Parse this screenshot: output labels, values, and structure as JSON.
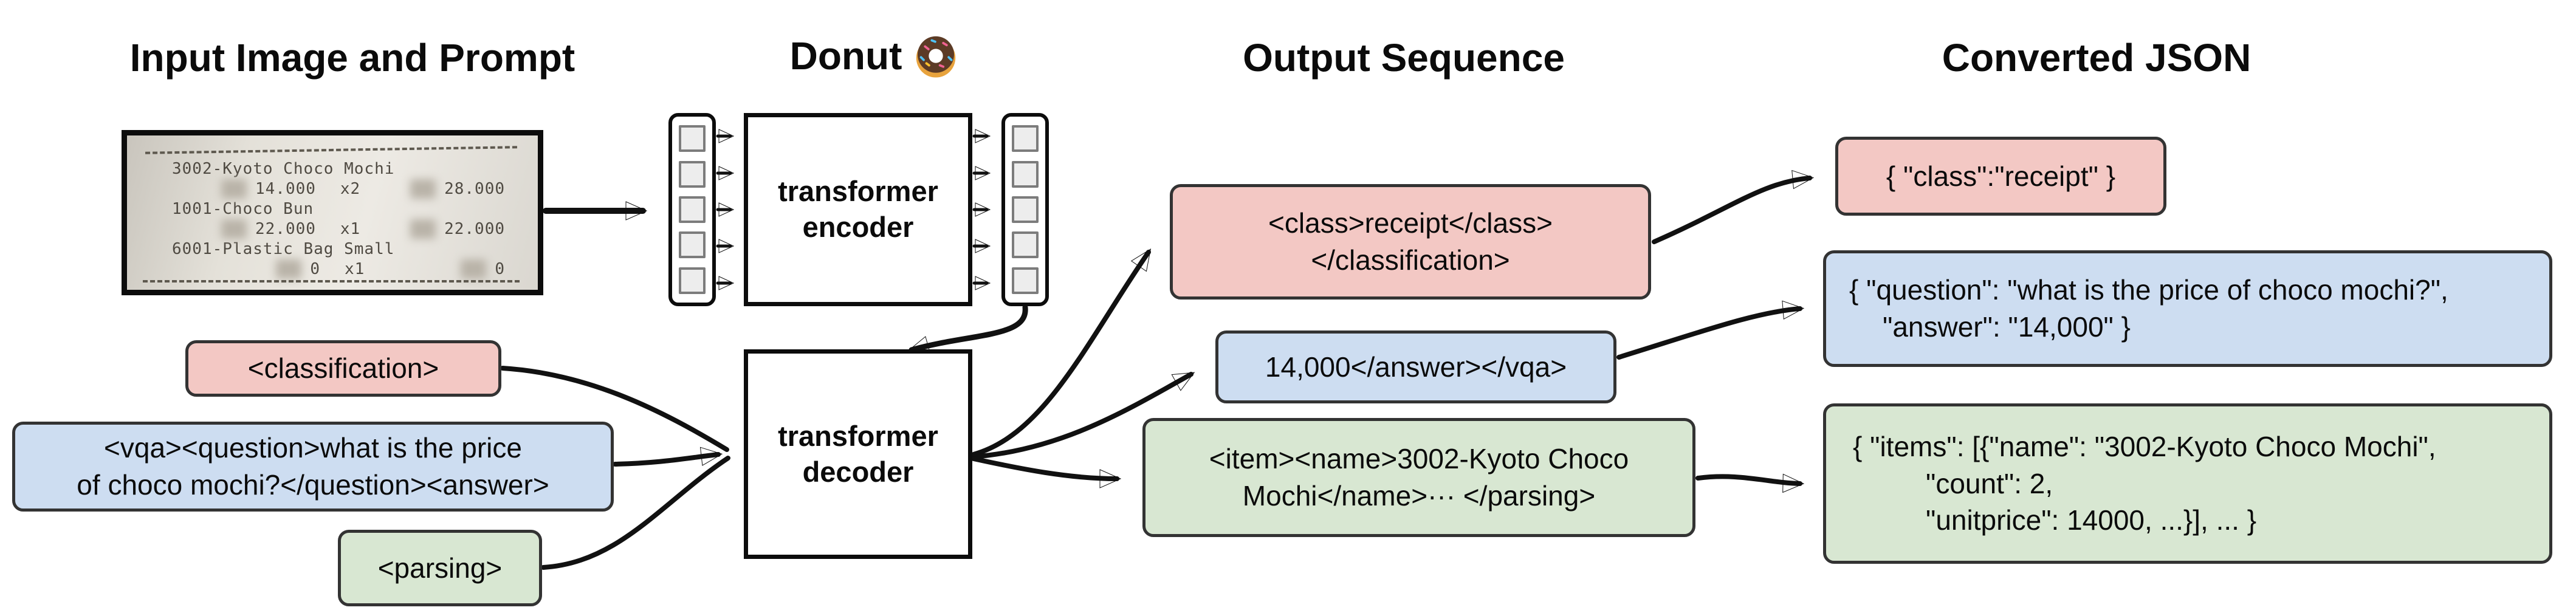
{
  "titles": {
    "input": "Input Image and Prompt",
    "model": "Donut",
    "output": "Output Sequence",
    "json": "Converted JSON"
  },
  "receipt": {
    "items": [
      {
        "name": "3002-Kyoto Choco Mochi",
        "price": "14.000",
        "qty": "x2",
        "total": "28.000"
      },
      {
        "name": "1001-Choco Bun",
        "price": "22.000",
        "qty": "x1",
        "total": "22.000"
      },
      {
        "name": "6001-Plastic Bag Small",
        "price": "0",
        "qty": "x1",
        "total": "0"
      }
    ]
  },
  "prompts": {
    "classification": {
      "label": "<classification>"
    },
    "vqa": {
      "lines": [
        "<vqa><question>what is the price",
        "of choco mochi?</question><answer>"
      ]
    },
    "parsing": {
      "label": "<parsing>"
    }
  },
  "model": {
    "encoder_lines": [
      "transformer",
      "encoder"
    ],
    "decoder_lines": [
      "transformer",
      "decoder"
    ]
  },
  "outputs": {
    "classification": {
      "lines": [
        "<class>receipt</class>",
        "</classification>"
      ]
    },
    "vqa": {
      "label": "14,000</answer></vqa>"
    },
    "parsing": {
      "lines": [
        "<item><name>3002-Kyoto Choco",
        "Mochi</name>··· </parsing>"
      ]
    }
  },
  "converted": {
    "classification": {
      "label": "{ \"class\":\"receipt\" }"
    },
    "vqa": {
      "lines": [
        "{ \"question\": \"what is the price of choco mochi?\",",
        "\"answer\": \"14,000\" }"
      ]
    },
    "parsing": {
      "lines": [
        "{ \"items\": [{\"name\": \"3002-Kyoto Choco Mochi\",",
        "\"count\": 2,",
        "\"unitprice\": 14000, ...}], ... }"
      ]
    }
  },
  "colors": {
    "classification": "#f3c8c4",
    "vqa": "#cdddf1",
    "parsing": "#d8e7d2",
    "line": "#111111"
  }
}
